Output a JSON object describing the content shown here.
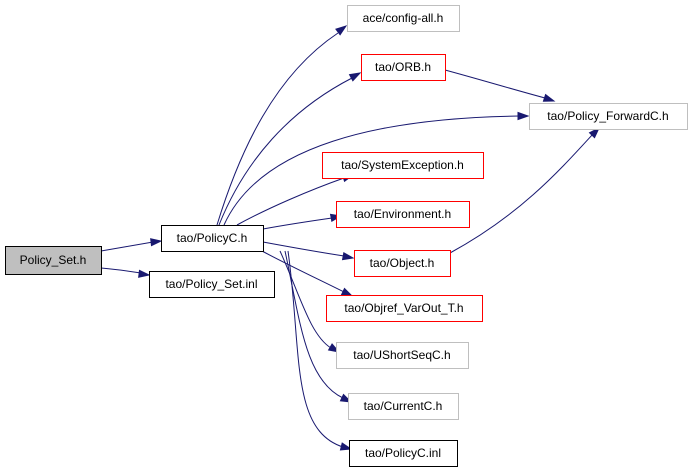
{
  "diagram": {
    "type": "include-dependency-graph",
    "nodes": [
      {
        "id": "root",
        "label": "Policy_Set.h",
        "style": "root"
      },
      {
        "id": "policyc",
        "label": "tao/PolicyC.h",
        "style": "black"
      },
      {
        "id": "policyset_inl",
        "label": "tao/Policy_Set.inl",
        "style": "black"
      },
      {
        "id": "configall",
        "label": "ace/config-all.h",
        "style": "gray"
      },
      {
        "id": "orb",
        "label": "tao/ORB.h",
        "style": "red"
      },
      {
        "id": "policyfwd",
        "label": "tao/Policy_ForwardC.h",
        "style": "gray"
      },
      {
        "id": "sysexc",
        "label": "tao/SystemException.h",
        "style": "red"
      },
      {
        "id": "env",
        "label": "tao/Environment.h",
        "style": "red"
      },
      {
        "id": "object",
        "label": "tao/Object.h",
        "style": "red"
      },
      {
        "id": "objref",
        "label": "tao/Objref_VarOut_T.h",
        "style": "red"
      },
      {
        "id": "ushort",
        "label": "tao/UShortSeqC.h",
        "style": "gray"
      },
      {
        "id": "current",
        "label": "tao/CurrentC.h",
        "style": "gray"
      },
      {
        "id": "policycinl",
        "label": "tao/PolicyC.inl",
        "style": "black"
      }
    ],
    "edges": [
      {
        "from": "root",
        "to": "policyc"
      },
      {
        "from": "root",
        "to": "policyset_inl"
      },
      {
        "from": "policyc",
        "to": "configall"
      },
      {
        "from": "policyc",
        "to": "orb"
      },
      {
        "from": "policyc",
        "to": "policyfwd"
      },
      {
        "from": "policyc",
        "to": "sysexc"
      },
      {
        "from": "policyc",
        "to": "env"
      },
      {
        "from": "policyc",
        "to": "object"
      },
      {
        "from": "policyc",
        "to": "objref"
      },
      {
        "from": "policyc",
        "to": "ushort"
      },
      {
        "from": "policyc",
        "to": "current"
      },
      {
        "from": "policyc",
        "to": "policycinl"
      },
      {
        "from": "orb",
        "to": "policyfwd"
      },
      {
        "from": "object",
        "to": "policyfwd"
      }
    ],
    "colors": {
      "edge": "#191970",
      "root_fill": "#bfbfbf",
      "border_black": "#000000",
      "border_red": "#ff0000",
      "border_gray": "#bfbfbf"
    }
  }
}
